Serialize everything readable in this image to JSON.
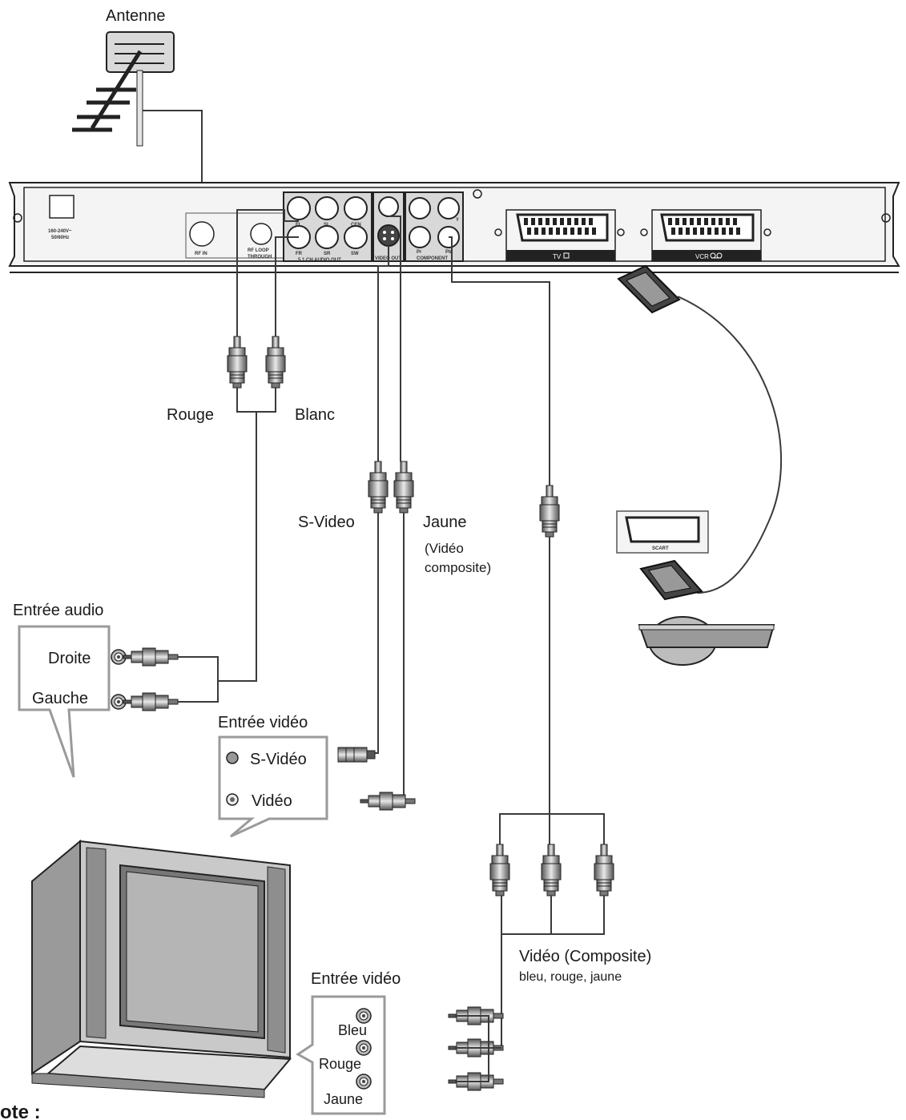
{
  "colors": {
    "line": "#3a3a3a",
    "panel_fill": "#e6e6e6",
    "panel_stroke": "#1a1a1a",
    "callout_stroke": "#9a9a9a",
    "tv_frame": "#c9c9c9",
    "tv_screen": "#b5b5b5"
  },
  "labels": {
    "antenna": "Antenne",
    "rouge": "Rouge",
    "blanc": "Blanc",
    "s_video": "S-Video",
    "jaune": "Jaune",
    "video_composite_1": "(Vidéo",
    "video_composite_2": "composite)",
    "audio_input": "Entrée audio",
    "droite": "Droite",
    "gauche": "Gauche",
    "video_input": "Entrée vidéo",
    "s_video_fr": "S-Vidéo",
    "video": "Vidéo",
    "composite_title": "Vidéo (Composite)",
    "composite_colors": "bleu, rouge, jaune",
    "video_input_2": "Entrée vidéo",
    "bleu": "Bleu",
    "rouge_2": "Rouge",
    "jaune_2": "Jaune",
    "note": "ote :"
  },
  "device": {
    "power_label_1": "160-240V~",
    "power_label_2": "50/60Hz",
    "rf_in": "RF  IN",
    "rf_loop_1": "RF  LOOP",
    "rf_loop_2": "THROUGH",
    "audio_out": "5.1 CH AUDIO OUT",
    "video_out": "VIDEO OUT",
    "component": "COMPONENT",
    "scart_tv": "TV",
    "scart_vcr": "VCR",
    "scart_device": "SCART",
    "jack_fl": "FL",
    "jack_sl": "SL",
    "jack_cen": "CEN",
    "jack_fr": "FR",
    "jack_sr": "SR",
    "jack_sw": "SW",
    "jack_pr": "Pr",
    "jack_pb": "Pb",
    "jack_y": "Y"
  }
}
